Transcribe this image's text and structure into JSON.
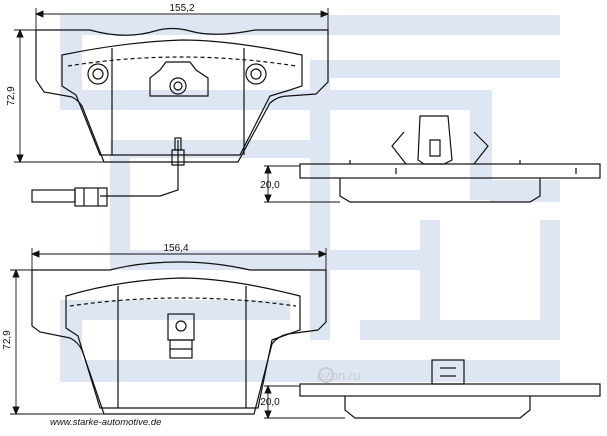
{
  "drawing": {
    "top_pad": {
      "width_label": "155,2",
      "height_label": "72,9",
      "thickness_label": "20,0"
    },
    "bottom_pad": {
      "width_label": "156,4",
      "height_label": "72,9",
      "thickness_label": "20,0"
    },
    "website": "www.starke-automotive.de",
    "watermark_text": "ozon.ru",
    "colors": {
      "line": "#111111",
      "logo_blue": "#dde6f2"
    }
  }
}
